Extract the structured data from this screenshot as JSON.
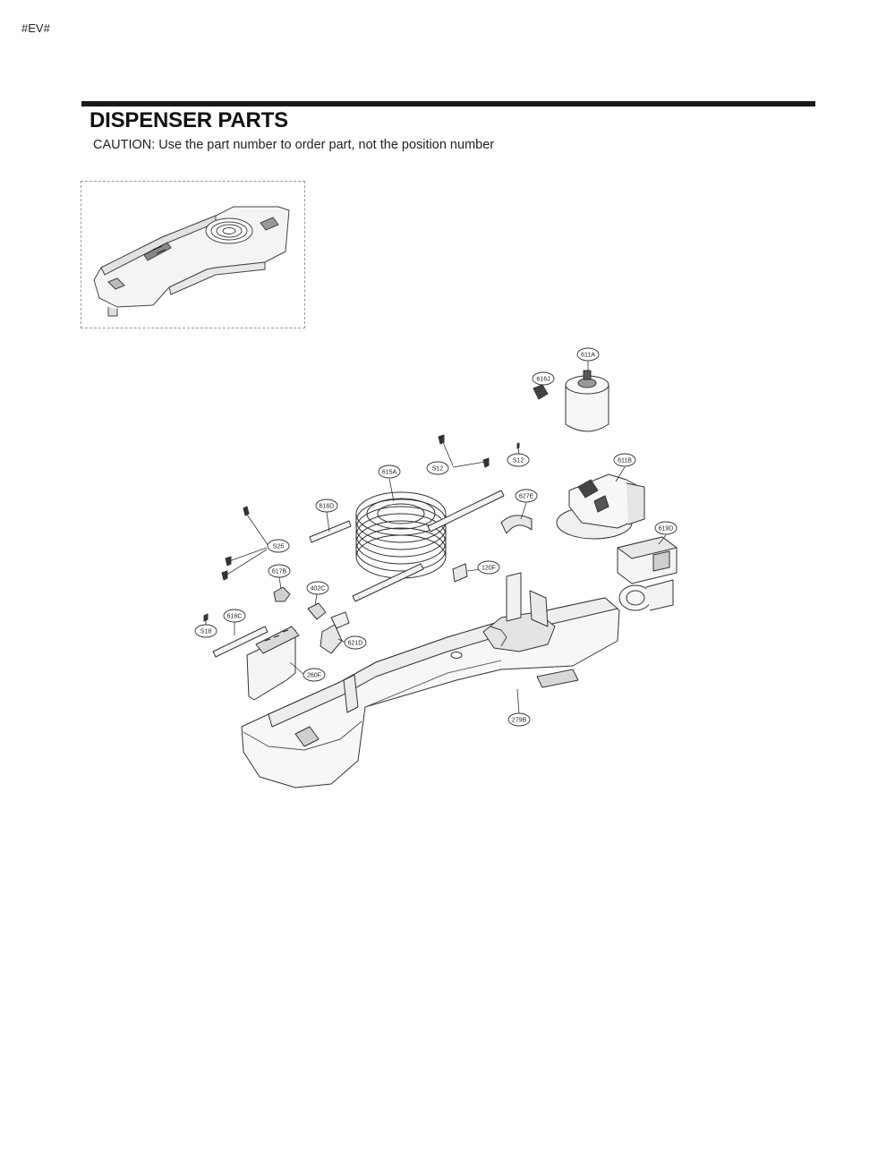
{
  "header": {
    "doc_tag": "#EV#",
    "title": "DISPENSER PARTS",
    "caution": "CAUTION: Use the part number to order part, not the position number"
  },
  "callouts": [
    {
      "id": "611A",
      "label": "611A"
    },
    {
      "id": "616J",
      "label": "616J"
    },
    {
      "id": "S12-upper",
      "label": "S12"
    },
    {
      "id": "S12-right",
      "label": "S12"
    },
    {
      "id": "615A",
      "label": "615A"
    },
    {
      "id": "611B",
      "label": "611B"
    },
    {
      "id": "627E",
      "label": "627E"
    },
    {
      "id": "616D",
      "label": "616D"
    },
    {
      "id": "619D",
      "label": "619D"
    },
    {
      "id": "S25",
      "label": "S25"
    },
    {
      "id": "617B",
      "label": "617B"
    },
    {
      "id": "120F",
      "label": "120F"
    },
    {
      "id": "402C",
      "label": "402C"
    },
    {
      "id": "616C",
      "label": "616C"
    },
    {
      "id": "S18",
      "label": "S18"
    },
    {
      "id": "621D",
      "label": "621D"
    },
    {
      "id": "260F",
      "label": "260F"
    },
    {
      "id": "279B",
      "label": "279B"
    }
  ]
}
